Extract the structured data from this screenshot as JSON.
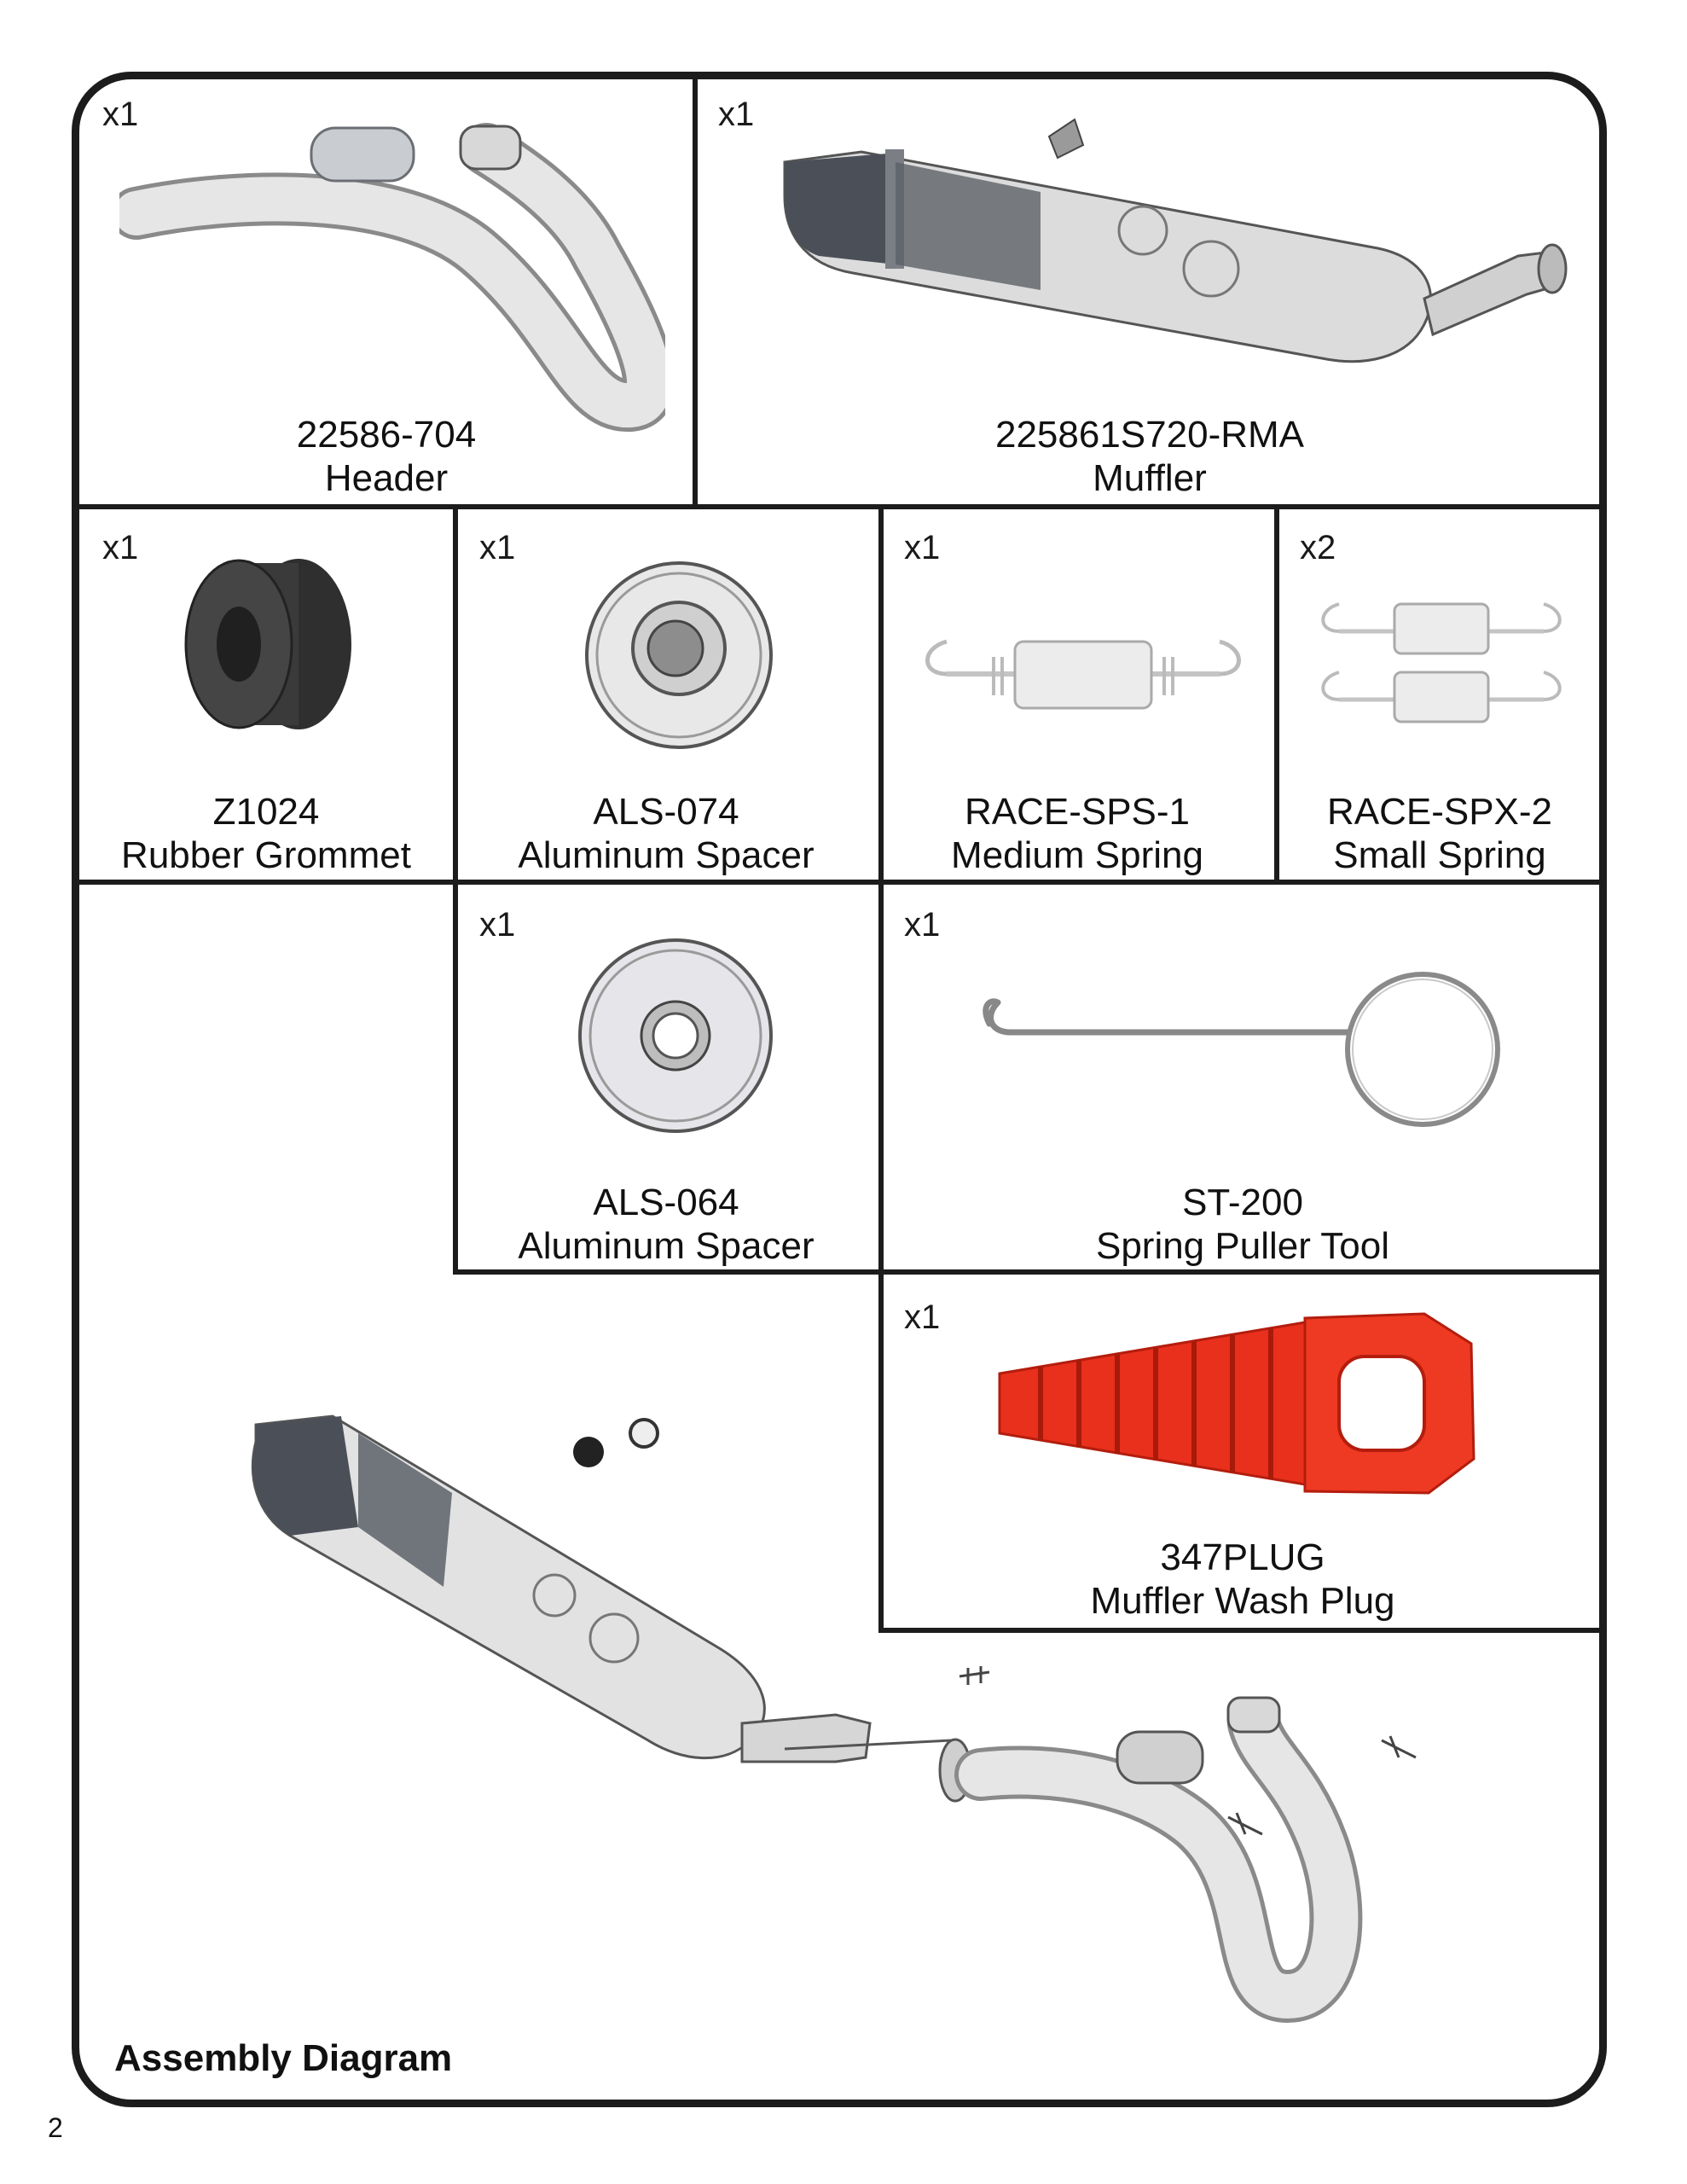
{
  "page_number": "2",
  "assembly_title": "Assembly Diagram",
  "parts": [
    {
      "qty": "x1",
      "part_no": "22586-704",
      "name": "Header",
      "icon": "header-pipe"
    },
    {
      "qty": "x1",
      "part_no": "225861S720-RMA",
      "name": "Muffler",
      "icon": "muffler"
    },
    {
      "qty": "x1",
      "part_no": "Z1024",
      "name": "Rubber Grommet",
      "icon": "rubber-grommet"
    },
    {
      "qty": "x1",
      "part_no": "ALS-074",
      "name": "Aluminum Spacer",
      "icon": "aluminum-spacer"
    },
    {
      "qty": "x1",
      "part_no": "RACE-SPS-1",
      "name": "Medium Spring",
      "icon": "medium-spring"
    },
    {
      "qty": "x2",
      "part_no": "RACE-SPX-2",
      "name": "Small Spring",
      "icon": "small-spring"
    },
    {
      "qty": "x1",
      "part_no": "ALS-064",
      "name": "Aluminum Spacer",
      "icon": "aluminum-spacer"
    },
    {
      "qty": "x1",
      "part_no": "ST-200",
      "name": "Spring Puller Tool",
      "icon": "spring-puller-tool"
    },
    {
      "qty": "x1",
      "part_no": "347PLUG",
      "name": "Muffler Wash Plug",
      "icon": "muffler-wash-plug"
    }
  ],
  "colors": {
    "plug_red": "#e8301c",
    "metal_light": "#e4e4e4",
    "metal_dark": "#5a5f66",
    "rubber": "#3b3b3b",
    "line": "#1c1c1c"
  }
}
